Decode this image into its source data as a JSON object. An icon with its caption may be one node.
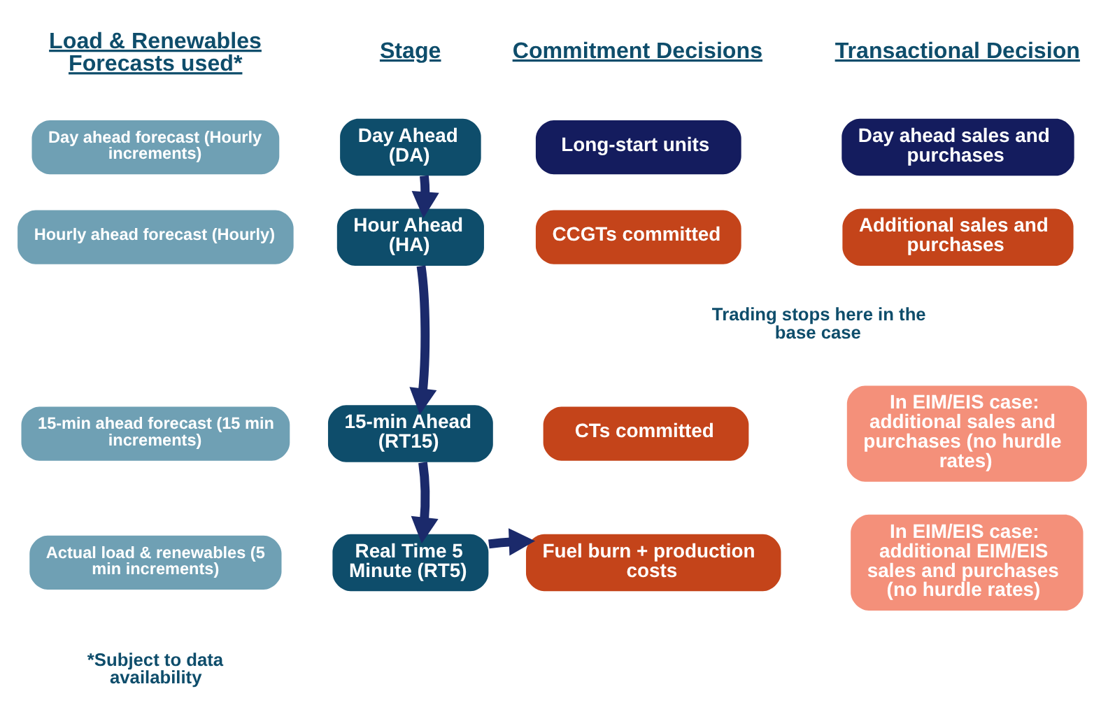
{
  "diagram": {
    "nodes": [
      {
        "text": [
          "Day ahead forecast (Hourly increments)"
        ]
      },
      {
        "text": [
          "Day Ahead (DA)"
        ]
      },
      {
        "text": [
          "Long-start units"
        ]
      },
      {
        "text": [
          "Day ahead sales and purchases"
        ]
      },
      {
        "text": [
          "Hourly ahead forecast (Hourly)"
        ]
      },
      {
        "text": [
          "Hour Ahead (HA)"
        ]
      },
      {
        "text": [
          "CCGTs committed"
        ]
      },
      {
        "text": [
          "Additional sales and purchases"
        ]
      },
      {
        "text": [
          "15-min ahead forecast (15 min increments)"
        ]
      },
      {
        "text": [
          "15-min Ahead (RT15)"
        ]
      },
      {
        "text": [
          "CTs committed"
        ]
      },
      {
        "text": [
          "In EIM/EIS case: additional sales and purchases (no hurdle rates)"
        ]
      },
      {
        "text": [
          "Actual load & renewables (5 min increments)"
        ]
      },
      {
        "text": [
          "Real Time 5 Minute (RT5)"
        ]
      },
      {
        "text": [
          "Fuel burn + production costs"
        ]
      },
      {
        "text": [
          "In EIM/EIS case: additional EIM/EIS sales and purchases (no hurdle rates)"
        ]
      }
    ],
    "edges": [
      {
        "from": 1,
        "to": 5,
        "arrow": "to"
      },
      {
        "from": 5,
        "to": 9,
        "arrow": "to"
      },
      {
        "from": 9,
        "to": 13,
        "arrow": "to"
      },
      {
        "from": 13,
        "to": 14,
        "arrow": "to"
      }
    ],
    "labels": [
      "Load & Renewables Forecasts used*",
      "Stage",
      "Commitment Decisions",
      "Transactional Decision",
      "Trading stops here in the base case",
      "*Subject to data availability"
    ]
  }
}
